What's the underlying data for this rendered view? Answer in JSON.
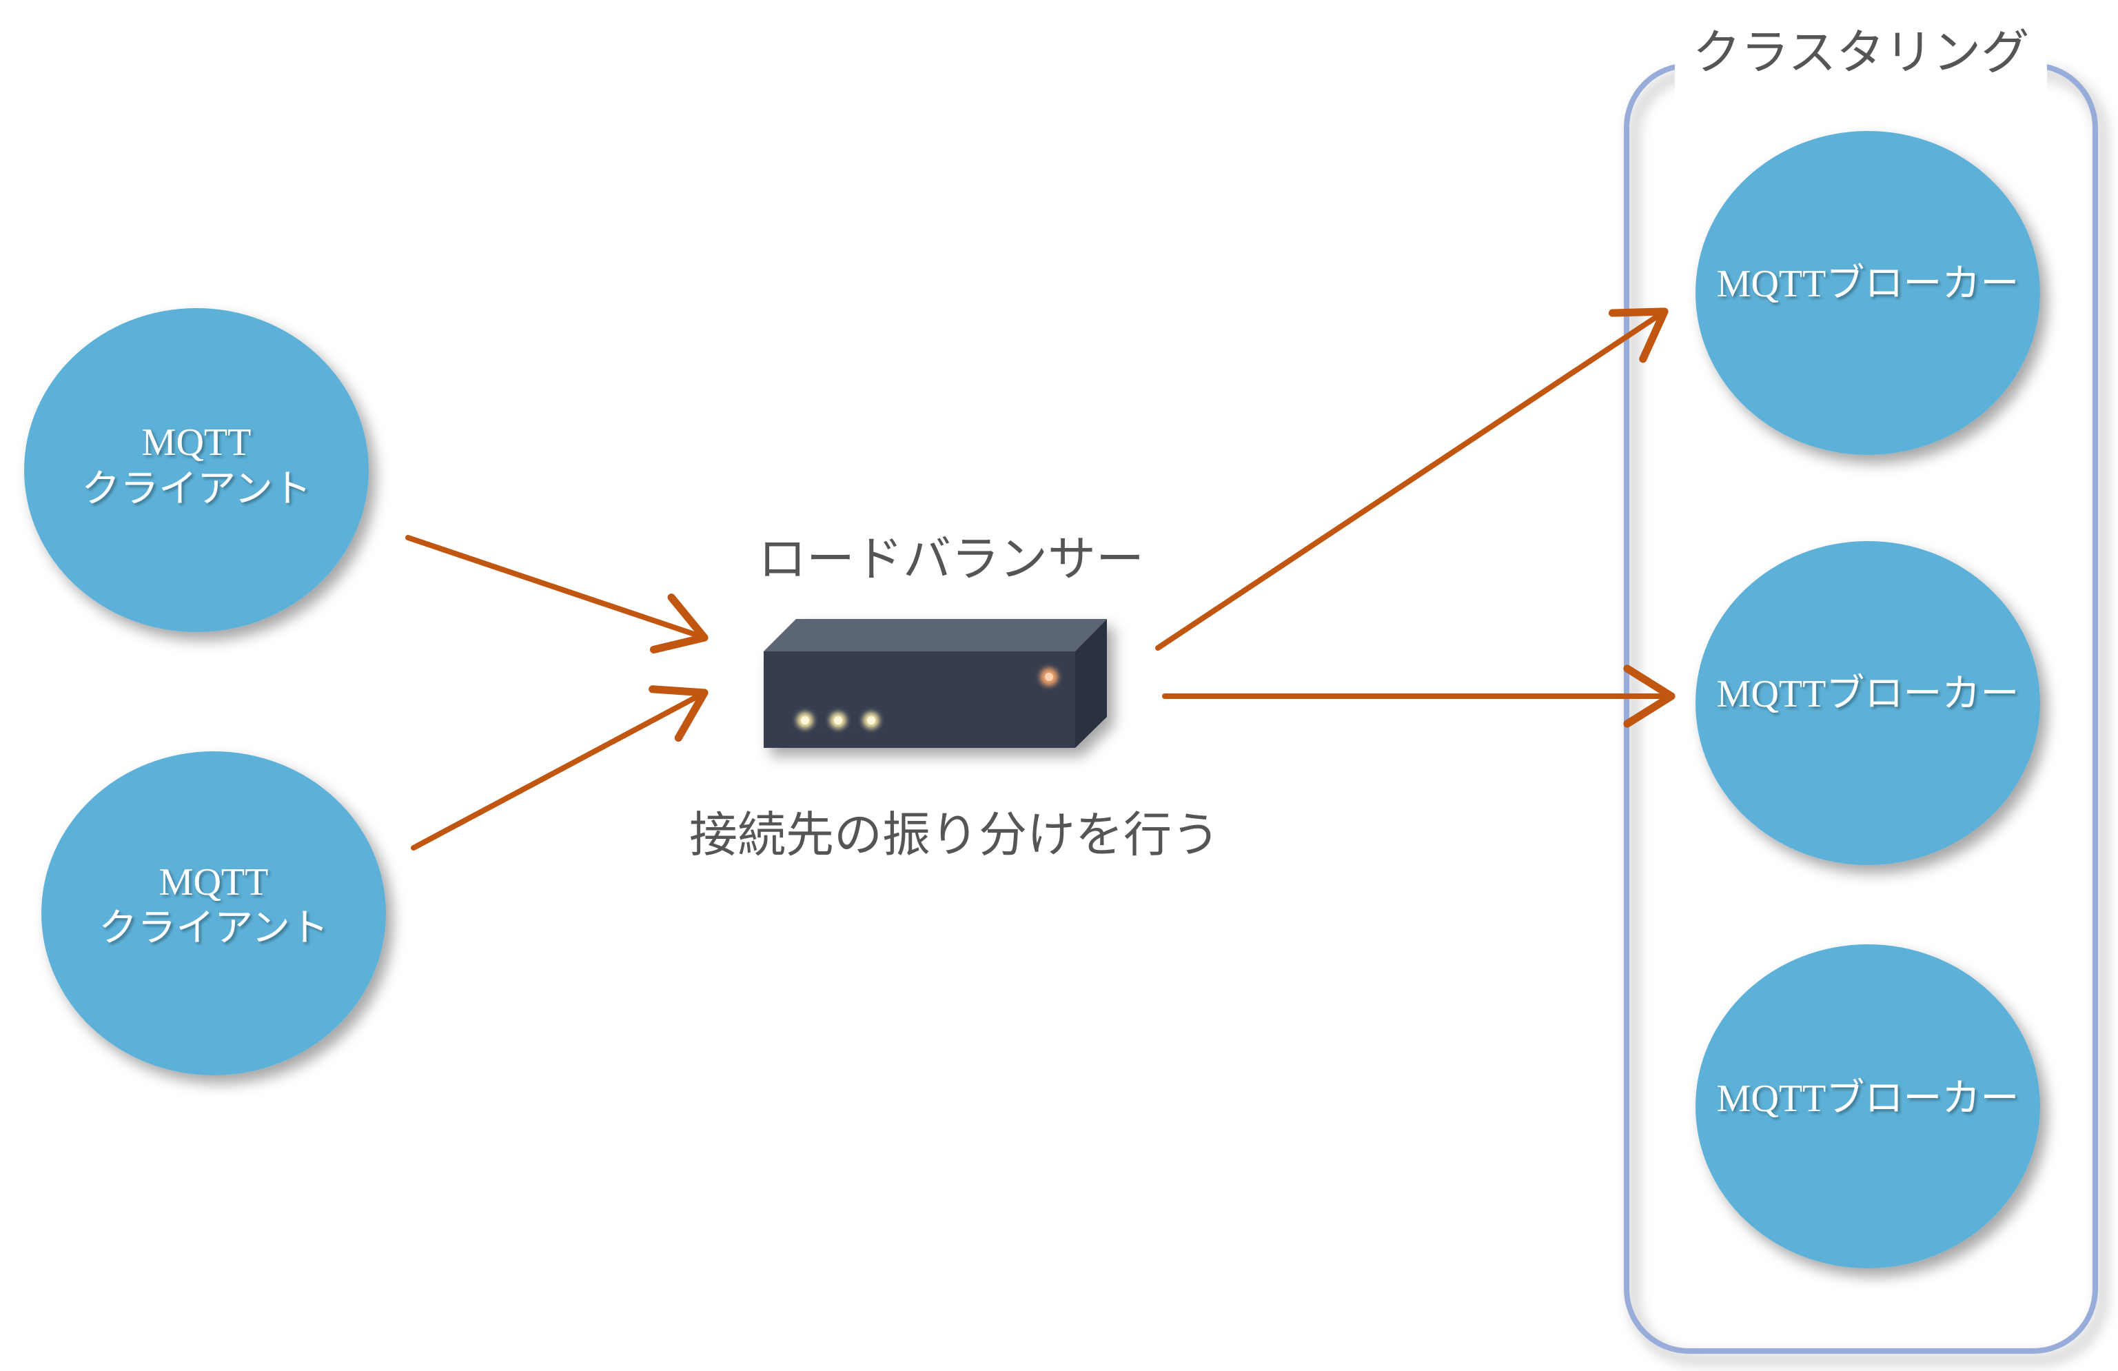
{
  "clients": [
    {
      "line1": "MQTT",
      "line2": "クライアント"
    },
    {
      "line1": "MQTT",
      "line2": "クライアント"
    }
  ],
  "load_balancer": {
    "label": "ロードバランサー",
    "caption": "接続先の振り分けを行う"
  },
  "cluster": {
    "label": "クラスタリング",
    "brokers": [
      {
        "label": "MQTTブローカー"
      },
      {
        "label": "MQTTブローカー"
      },
      {
        "label": "MQTTブローカー"
      }
    ]
  },
  "colors": {
    "node_fill": "#5DB1D8",
    "arrow": "#C0560F",
    "cluster_border": "#97ACD8",
    "device_dark": "#343E4F",
    "device_top": "#5B6573",
    "device_side": "#2A3240",
    "led": "#F6E7A8",
    "led_power": "#F3A36B",
    "label_text": "#555555"
  }
}
